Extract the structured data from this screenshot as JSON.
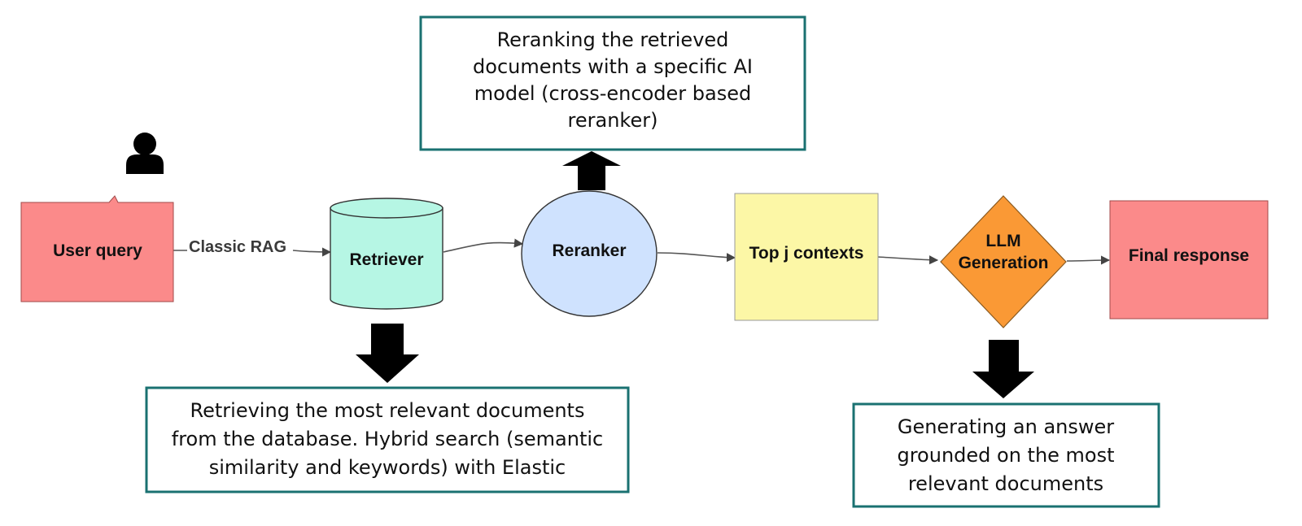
{
  "nodes": {
    "user_query": "User query",
    "retriever": "Retriever",
    "reranker": "Reranker",
    "top_contexts": "Top j contexts",
    "llm_generation": [
      "LLM",
      "Generation"
    ],
    "final_response": "Final response"
  },
  "edges": {
    "classic_rag": "Classic RAG"
  },
  "callouts": {
    "reranker_note": [
      "Reranking the retrieved",
      "documents with a specific AI",
      "model (cross-encoder based",
      "reranker)"
    ],
    "retriever_note": [
      "Retrieving the most relevant documents",
      "from the database. Hybrid search (semantic",
      "similarity and keywords) with Elastic"
    ],
    "generation_note": [
      "Generating an answer",
      "grounded on the most",
      "relevant documents"
    ]
  },
  "icons": {
    "user": "user-icon"
  },
  "colors": {
    "user_query_fill": "#fb8a8a",
    "retriever_fill": "#b6f6e4",
    "reranker_fill": "#cfe2fe",
    "top_contexts_fill": "#fcf7a6",
    "llm_fill": "#fa9935",
    "final_response_fill": "#fb8a8a",
    "callout_border": "#1a7171",
    "arrow_fill": "#000000"
  }
}
